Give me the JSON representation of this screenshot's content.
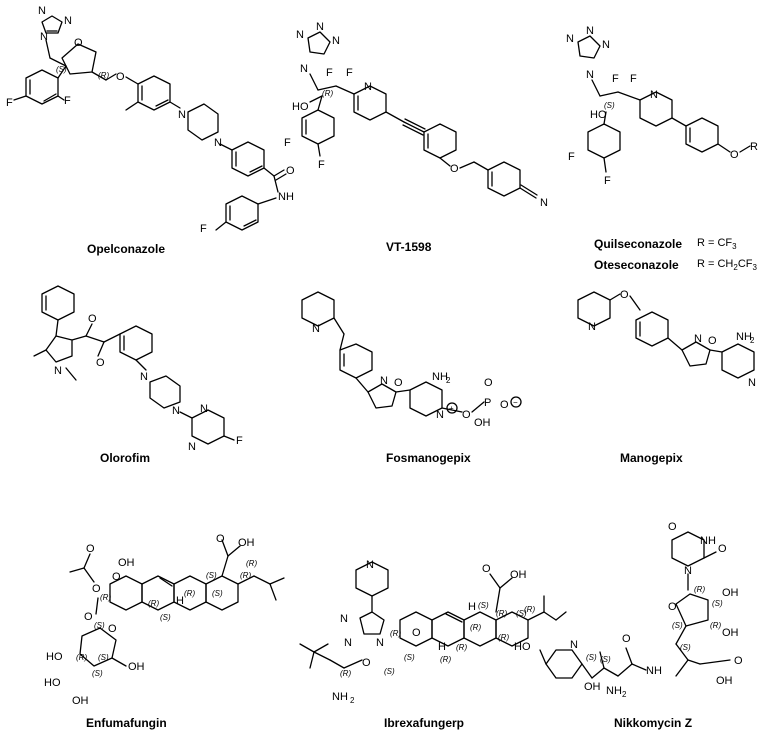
{
  "compounds": [
    {
      "name": "Opelconazole"
    },
    {
      "name": "VT-1598"
    },
    {
      "name": "Quilseconazole",
      "r_group": "R = CF",
      "r_sub": "3"
    },
    {
      "name": "Oteseconazole",
      "r_group": "R = CH",
      "r_sub1": "2",
      "r_mid": "CF",
      "r_sub2": "3"
    },
    {
      "name": "Olorofim"
    },
    {
      "name": "Fosmanogepix"
    },
    {
      "name": "Manogepix"
    },
    {
      "name": "Enfumafungin"
    },
    {
      "name": "Ibrexafungerp"
    },
    {
      "name": "Nikkomycin Z"
    }
  ],
  "atoms": {
    "N": "N",
    "F": "F",
    "O": "O",
    "H": "H",
    "R": "R",
    "P": "P",
    "NH": "NH",
    "NH2": "NH",
    "two": "2",
    "HO": "HO",
    "OH": "OH",
    "nitrile_N": "N",
    "plus": "+",
    "minus": "−"
  },
  "stereo": {
    "R": "(R)",
    "S": "(S)"
  }
}
